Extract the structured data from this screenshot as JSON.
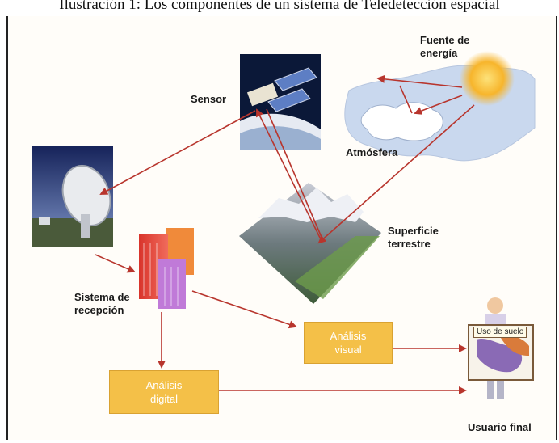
{
  "caption": "Ilustración 1: Los componentes de un sistema de Teledetección espacial",
  "labels": {
    "sensor": "Sensor",
    "energy_source_line1": "Fuente de",
    "energy_source_line2": "energía",
    "atmosphere": "Atmósfera",
    "surface_line1": "Superficie",
    "surface_line2": "terrestre",
    "reception_line1": "Sistema de",
    "reception_line2": "recepción",
    "final_user": "Usuario final",
    "land_use_board": "Uso de suelo"
  },
  "boxes": {
    "visual_line1": "Análisis",
    "visual_line2": "visual",
    "digital_line1": "Análisis",
    "digital_line2": "digital"
  },
  "colors": {
    "arrow": "#b8352d",
    "box_fill": "#f4c048",
    "sun": "#f7b52c",
    "cloud_sky": "#c9d8ee"
  }
}
